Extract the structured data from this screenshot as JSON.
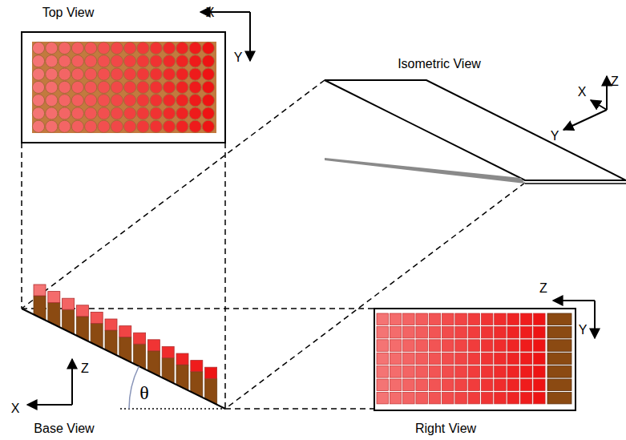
{
  "diagram": {
    "labels": [
      "Top View",
      "X",
      "Y",
      "Isometric View",
      "Z",
      "X",
      "Y",
      "X",
      "Z",
      "θ",
      "Base View",
      "Z",
      "Y",
      "Right View"
    ]
  }
}
